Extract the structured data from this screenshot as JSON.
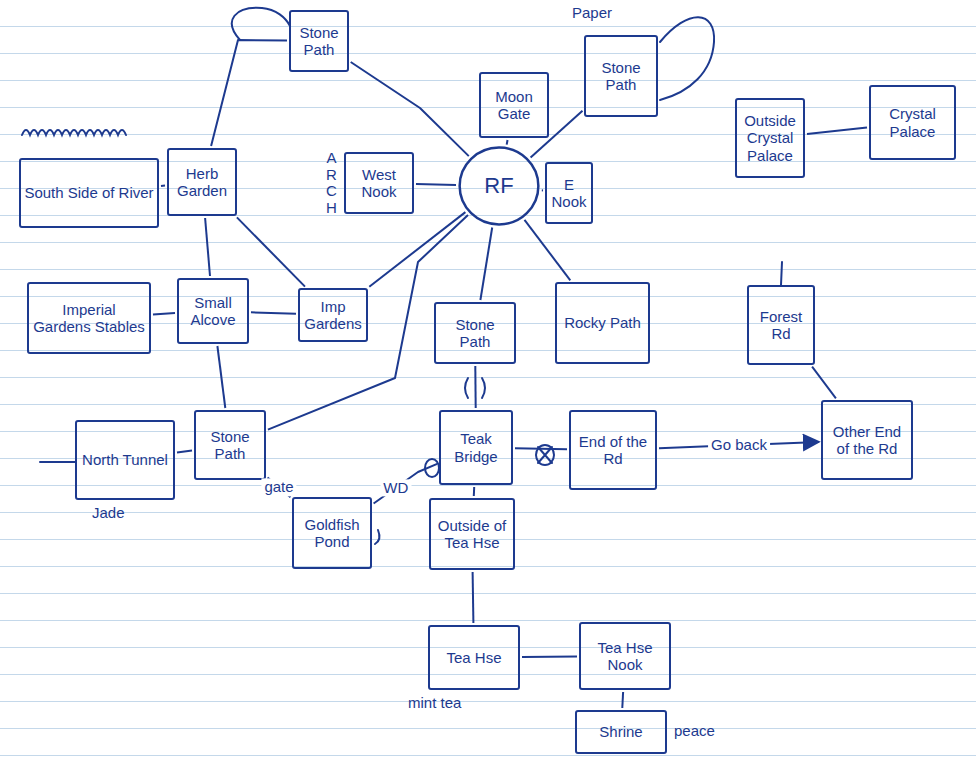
{
  "diagram": {
    "nodes": [
      {
        "text": [
          "Stone Path"
        ]
      },
      {
        "text": [
          "Moon Gate"
        ]
      },
      {
        "text": [
          "Stone Path"
        ]
      },
      {
        "text": [
          "Outside Crystal Palace"
        ]
      },
      {
        "text": [
          "Crystal Palace"
        ]
      },
      {
        "text": [
          "South Side of River"
        ]
      },
      {
        "text": [
          "Herb Garden"
        ]
      },
      {
        "text": [
          "West Nook"
        ]
      },
      {
        "text": [
          "RF"
        ]
      },
      {
        "text": [
          "E Nook"
        ]
      },
      {
        "text": [
          "Imperial Gardens Stables"
        ]
      },
      {
        "text": [
          "Small Alcove"
        ]
      },
      {
        "text": [
          "Imp Gardens"
        ]
      },
      {
        "text": [
          "Stone Path"
        ]
      },
      {
        "text": [
          "Rocky Path"
        ]
      },
      {
        "text": [
          "Forest Rd"
        ]
      },
      {
        "text": [
          "North Tunnel"
        ]
      },
      {
        "text": [
          "Stone Path"
        ]
      },
      {
        "text": [
          "Teak Bridge"
        ]
      },
      {
        "text": [
          "End of the Rd"
        ]
      },
      {
        "text": [
          "Other End of the Rd"
        ]
      },
      {
        "text": [
          "Goldfish Pond"
        ]
      },
      {
        "text": [
          "Outside of Tea Hse"
        ]
      },
      {
        "text": [
          "Tea Hse"
        ]
      },
      {
        "text": [
          "Tea Hse Nook"
        ]
      },
      {
        "text": [
          "Shrine"
        ]
      }
    ],
    "edges": [
      {
        "from": 5,
        "to": 6,
        "arrow": "none"
      },
      {
        "from": 6,
        "to": 0,
        "arrow": "none"
      },
      {
        "from": 0,
        "to": 8,
        "arrow": "none"
      },
      {
        "from": 8,
        "to": 1,
        "arrow": "none"
      },
      {
        "from": 8,
        "to": 2,
        "arrow": "none"
      },
      {
        "from": 8,
        "to": 9,
        "arrow": "none"
      },
      {
        "from": 7,
        "to": 8,
        "arrow": "none"
      },
      {
        "from": 8,
        "to": 13,
        "arrow": "none"
      },
      {
        "from": 8,
        "to": 14,
        "arrow": "none"
      },
      {
        "from": 6,
        "to": 11,
        "arrow": "none"
      },
      {
        "from": 6,
        "to": 12,
        "arrow": "none"
      },
      {
        "from": 10,
        "to": 11,
        "arrow": "none"
      },
      {
        "from": 11,
        "to": 12,
        "arrow": "none"
      },
      {
        "from": 11,
        "to": 17,
        "arrow": "none"
      },
      {
        "from": 16,
        "to": 17,
        "arrow": "none"
      },
      {
        "from": 17,
        "to": 8,
        "arrow": "none"
      },
      {
        "from": 17,
        "to": 21,
        "label": "gate",
        "arrow": "none"
      },
      {
        "from": 21,
        "to": 18,
        "label": "WD",
        "arrow": "none"
      },
      {
        "from": 13,
        "to": 18,
        "arrow": "none"
      },
      {
        "from": 18,
        "to": 22,
        "arrow": "none"
      },
      {
        "from": 18,
        "to": 19,
        "arrow": "none"
      },
      {
        "from": 22,
        "to": 23,
        "arrow": "none"
      },
      {
        "from": 23,
        "to": 24,
        "arrow": "none"
      },
      {
        "from": 24,
        "to": 25,
        "arrow": "none"
      },
      {
        "from": 19,
        "to": 20,
        "label": "Go back",
        "arrow": "to"
      },
      {
        "from": 15,
        "to": 20,
        "arrow": "none"
      },
      {
        "from": 3,
        "to": 4,
        "arrow": "none"
      },
      {
        "from": 8,
        "to": 12,
        "arrow": "none"
      }
    ],
    "labels": [
      "Paper",
      "ARCH",
      "Jade",
      "mint tea",
      "peace"
    ]
  }
}
